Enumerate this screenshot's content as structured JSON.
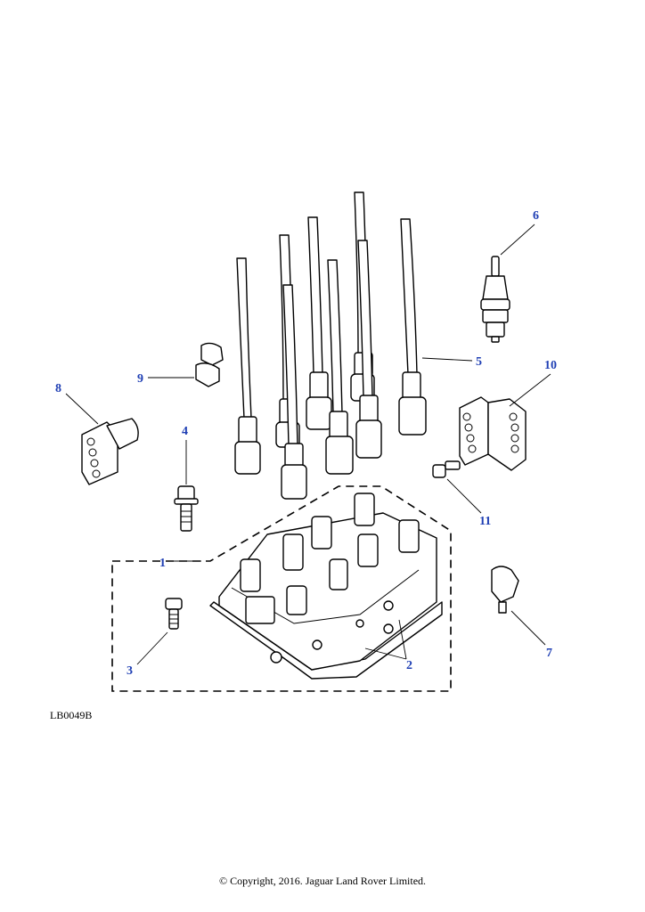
{
  "diagram": {
    "reference_code": "LB0049B",
    "copyright": "© Copyright, 2016. Jaguar Land Rover Limited.",
    "callouts": {
      "c1": "1",
      "c2": "2",
      "c3": "3",
      "c4": "4",
      "c5": "5",
      "c6": "6",
      "c7": "7",
      "c8": "8",
      "c9": "9",
      "c10": "10",
      "c11": "11"
    },
    "colors": {
      "callout": "#1f3fb4",
      "line": "#000000",
      "background": "#ffffff"
    }
  }
}
